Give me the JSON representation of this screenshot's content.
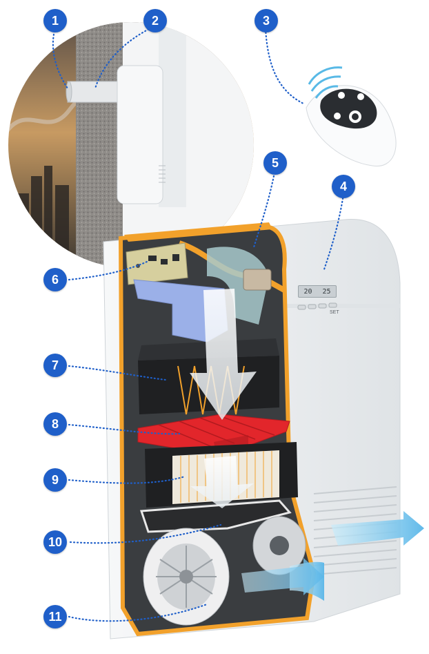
{
  "callouts": [
    {
      "id": 1,
      "label": "1"
    },
    {
      "id": 2,
      "label": "2"
    },
    {
      "id": 3,
      "label": "3"
    },
    {
      "id": 4,
      "label": "4"
    },
    {
      "id": 5,
      "label": "5"
    },
    {
      "id": 6,
      "label": "6"
    },
    {
      "id": 7,
      "label": "7"
    },
    {
      "id": 8,
      "label": "8"
    },
    {
      "id": 9,
      "label": "9"
    },
    {
      "id": 10,
      "label": "10"
    },
    {
      "id": 11,
      "label": "11"
    }
  ],
  "display": {
    "left_reading": "20",
    "right_reading": "25",
    "set_label": "SET"
  },
  "colors": {
    "callout": "#1f5fc9",
    "frame": "#f2a12b",
    "red_filter": "#e2262b",
    "blue_filter": "#9bb0e8",
    "airflow": "#8fd0f2",
    "housing": "#eef1f3"
  }
}
